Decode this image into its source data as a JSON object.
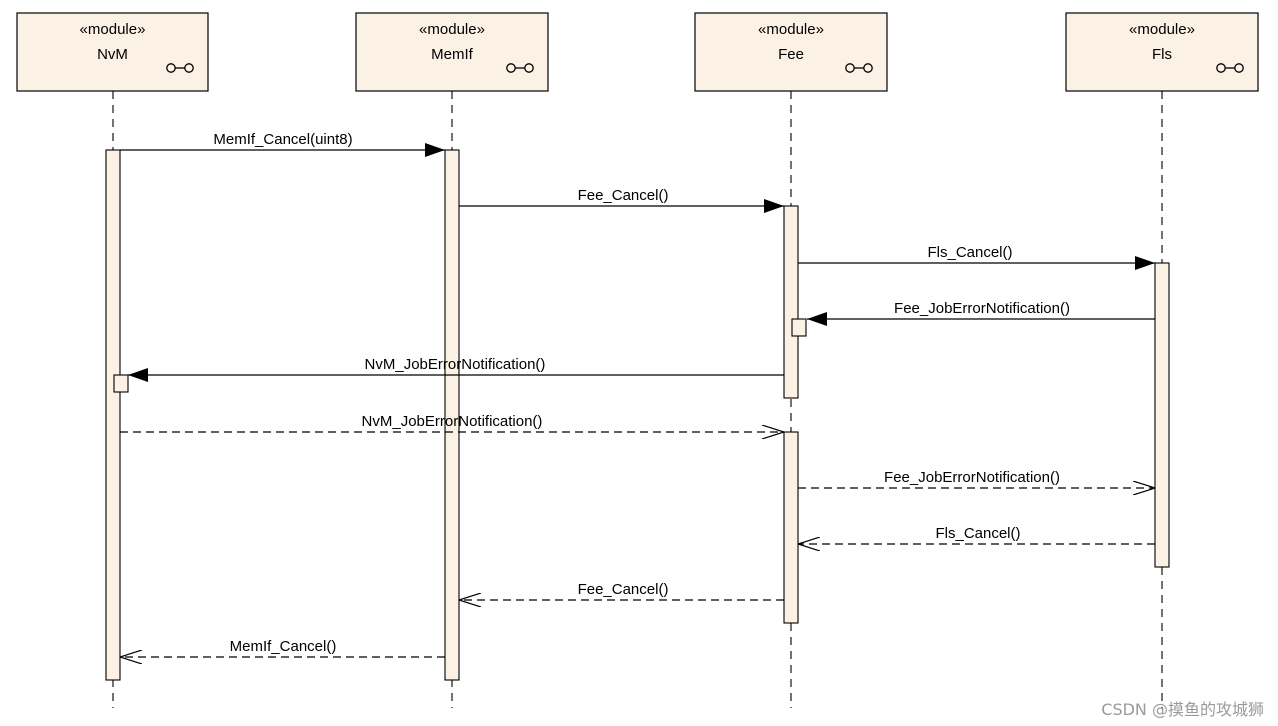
{
  "diagram": {
    "type": "sequence",
    "colors": {
      "box_fill": "#fbf1e4",
      "line": "#000000",
      "activation_fill": "#fbf1e4"
    },
    "participants": [
      {
        "id": "nvm",
        "stereotype": "«module»",
        "name": "NvM",
        "icon": "component-icon"
      },
      {
        "id": "memif",
        "stereotype": "«module»",
        "name": "MemIf",
        "icon": "component-icon"
      },
      {
        "id": "fee",
        "stereotype": "«module»",
        "name": "Fee",
        "icon": "component-icon"
      },
      {
        "id": "fls",
        "stereotype": "«module»",
        "name": "Fls",
        "icon": "component-icon"
      }
    ],
    "messages": [
      {
        "label": "MemIf_Cancel(uint8)",
        "from": "nvm",
        "to": "memif",
        "kind": "call"
      },
      {
        "label": "Fee_Cancel()",
        "from": "memif",
        "to": "fee",
        "kind": "call"
      },
      {
        "label": "Fls_Cancel()",
        "from": "fee",
        "to": "fls",
        "kind": "call"
      },
      {
        "label": "Fee_JobErrorNotification()",
        "from": "fls",
        "to": "fee",
        "kind": "call"
      },
      {
        "label": "NvM_JobErrorNotification()",
        "from": "fee",
        "to": "nvm",
        "kind": "call"
      },
      {
        "label": "NvM_JobErrorNotification()",
        "from": "nvm",
        "to": "fee",
        "kind": "return"
      },
      {
        "label": "Fee_JobErrorNotification()",
        "from": "fee",
        "to": "fls",
        "kind": "return"
      },
      {
        "label": "Fls_Cancel()",
        "from": "fls",
        "to": "fee",
        "kind": "return"
      },
      {
        "label": "Fee_Cancel()",
        "from": "fee",
        "to": "memif",
        "kind": "return"
      },
      {
        "label": "MemIf_Cancel()",
        "from": "memif",
        "to": "nvm",
        "kind": "return"
      }
    ]
  },
  "watermark": "CSDN @摸鱼的攻城狮"
}
